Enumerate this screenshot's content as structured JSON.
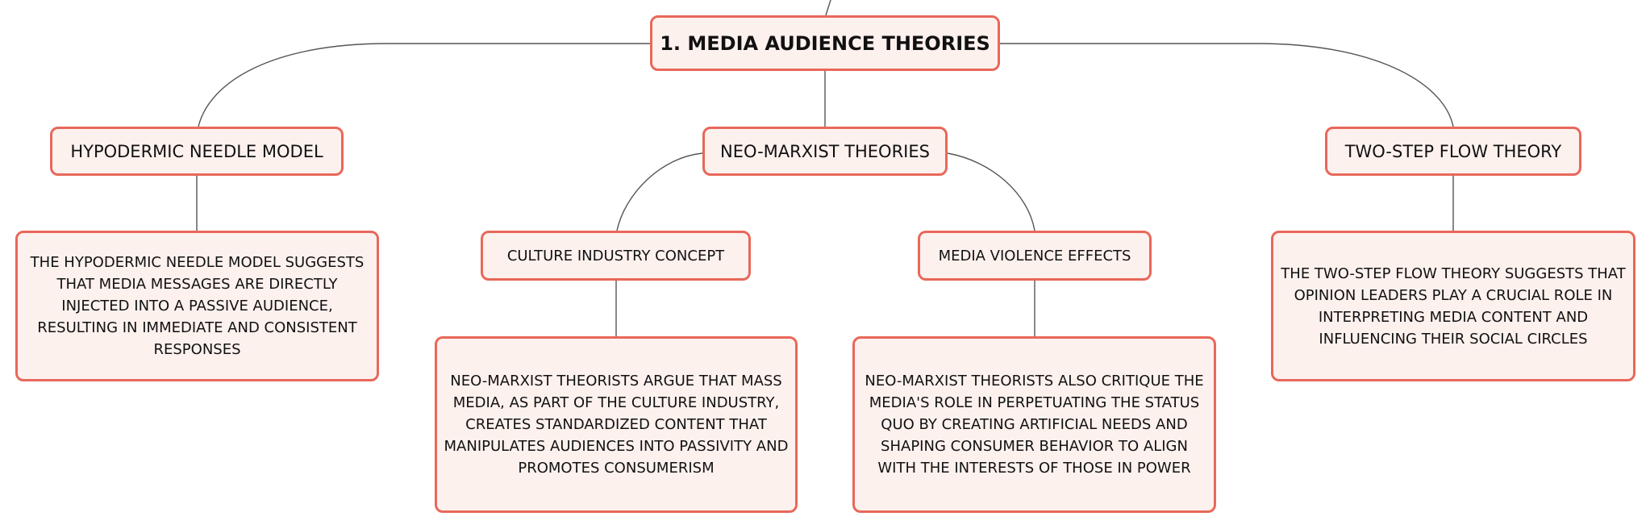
{
  "diagram": {
    "root": {
      "label": "1. MEDIA AUDIENCE THEORIES"
    },
    "branches": [
      {
        "label": "HYPODERMIC NEEDLE MODEL",
        "description": "THE HYPODERMIC NEEDLE MODEL SUGGESTS THAT MEDIA MESSAGES ARE DIRECTLY INJECTED INTO A PASSIVE AUDIENCE, RESULTING IN IMMEDIATE AND CONSISTENT RESPONSES"
      },
      {
        "label": "NEO-MARXIST THEORIES",
        "children": [
          {
            "label": "CULTURE INDUSTRY CONCEPT",
            "description": "NEO-MARXIST THEORISTS ARGUE THAT MASS MEDIA, AS PART OF THE CULTURE INDUSTRY, CREATES STANDARDIZED CONTENT THAT MANIPULATES AUDIENCES INTO PASSIVITY AND PROMOTES CONSUMERISM"
          },
          {
            "label": "MEDIA VIOLENCE EFFECTS",
            "description": "NEO-MARXIST THEORISTS ALSO CRITIQUE THE MEDIA'S ROLE IN PERPETUATING THE STATUS QUO BY CREATING ARTIFICIAL NEEDS AND SHAPING CONSUMER BEHAVIOR TO ALIGN WITH THE INTERESTS OF THOSE IN POWER"
          }
        ]
      },
      {
        "label": "TWO-STEP FLOW THEORY",
        "description": "THE TWO-STEP FLOW THEORY SUGGESTS THAT OPINION LEADERS PLAY A CRUCIAL ROLE IN INTERPRETING MEDIA CONTENT AND INFLUENCING THEIR SOCIAL CIRCLES"
      }
    ],
    "colors": {
      "node_border": "#e8685a",
      "node_fill": "#fdf1ee",
      "connector": "#555555",
      "text": "#111111"
    }
  }
}
